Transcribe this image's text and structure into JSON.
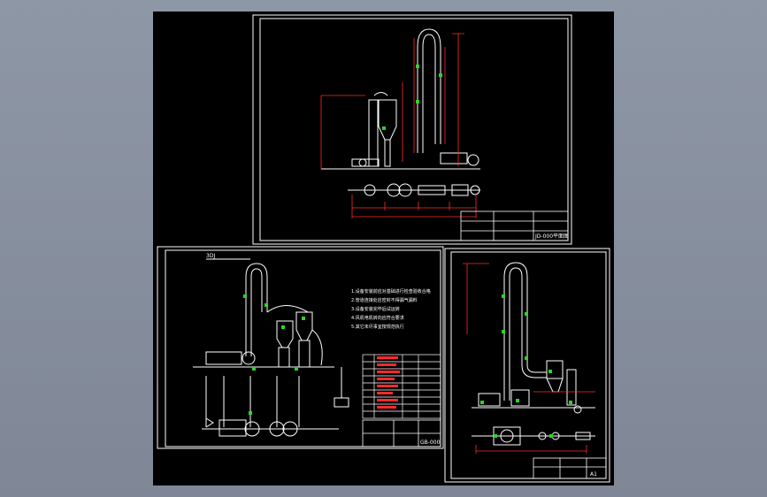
{
  "sheet_top": {
    "title_block_text": "JD-000平面图"
  },
  "sheet_left": {
    "pipe_tag": "3DJ",
    "notes": [
      "1.设备安装前应对基础进行检查验收合格",
      "2.管道连接处应密封不得漏气漏料",
      "3.设备安装完毕后试运转",
      "4.风机电机转向应符合要求",
      "5.其它未尽事宜按规范执行"
    ],
    "title_block_text": "GB-000"
  },
  "sheet_right": {
    "title_block_text": "A1"
  },
  "colors": {
    "background": "#8e97a6",
    "drawing": "#000000",
    "line": "#ffffff",
    "dimension": "#ff2a2a",
    "marker": "#2bd52b"
  }
}
